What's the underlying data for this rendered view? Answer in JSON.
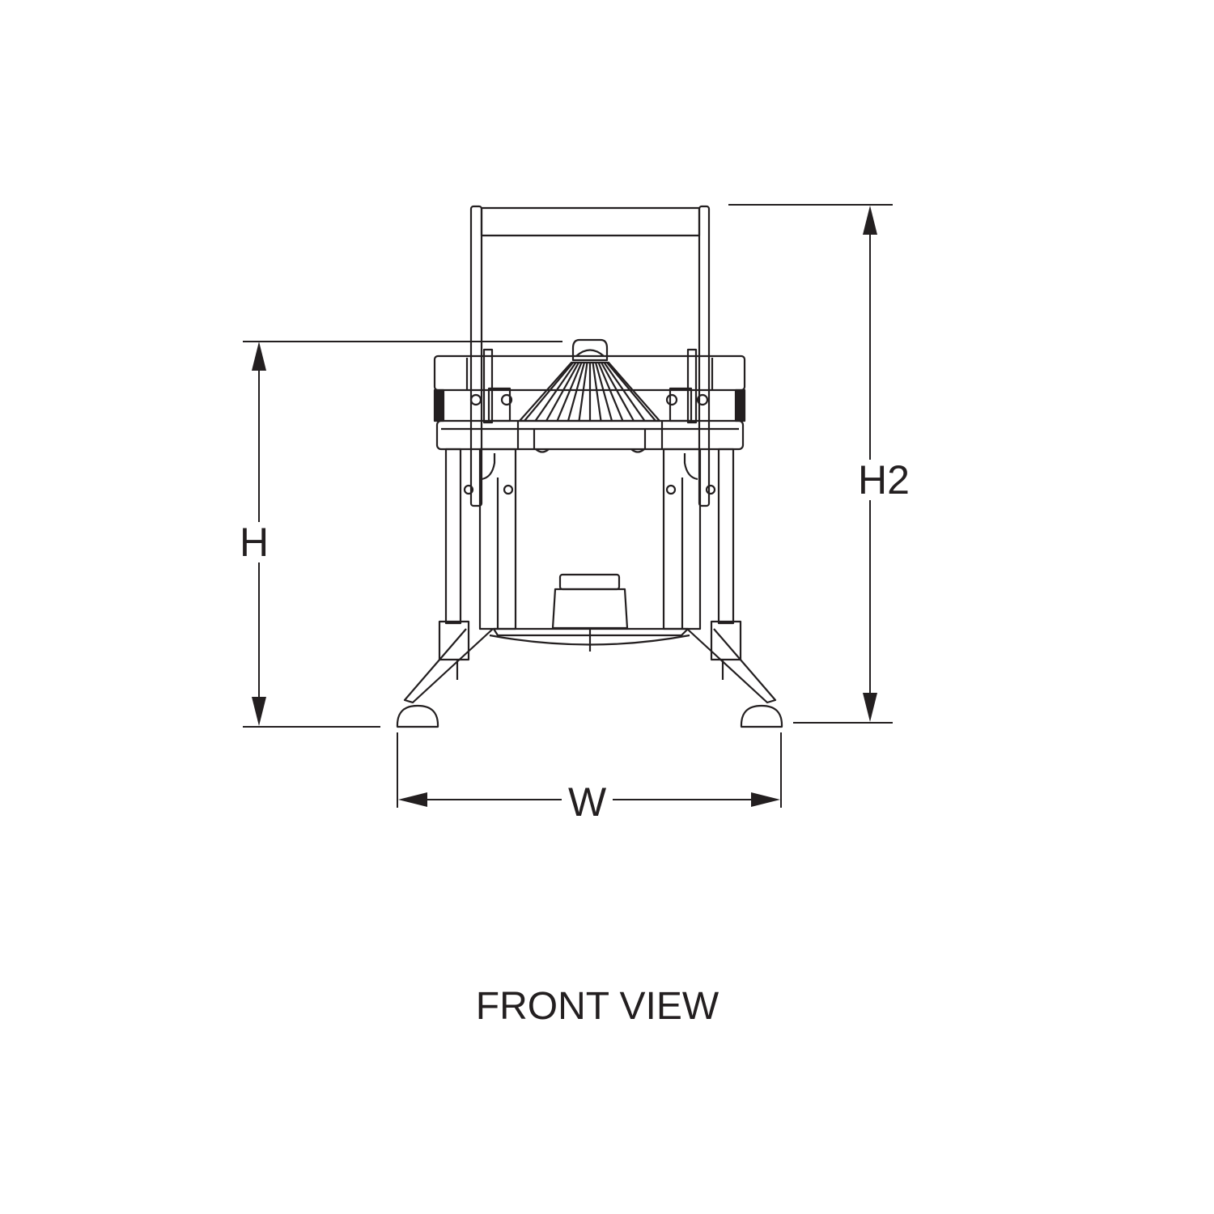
{
  "dimensions": {
    "height_label": "H",
    "overall_height_label": "H2",
    "width_label": "W"
  },
  "caption": "FRONT VIEW",
  "colors": {
    "line": "#231f20",
    "background": "#ffffff"
  }
}
